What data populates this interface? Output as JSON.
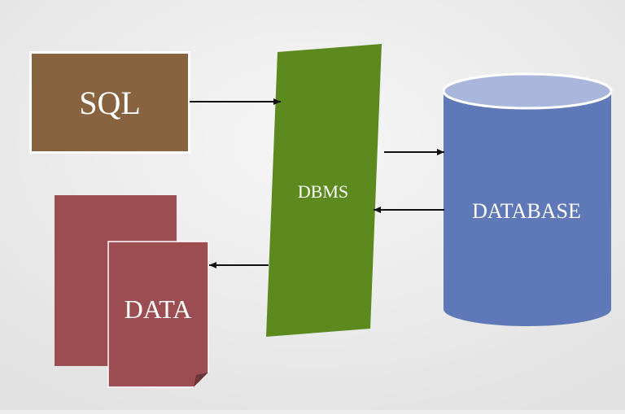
{
  "nodes": {
    "sql": {
      "label": "SQL",
      "color": "#87643f"
    },
    "dbms": {
      "label": "DBMS",
      "color": "#5c8a1e"
    },
    "database": {
      "label": "DATABASE",
      "color": "#5f79b8",
      "top_color": "#aab7dc"
    },
    "data": {
      "label": "DATA",
      "color": "#9b4d52"
    }
  },
  "arrows": [
    {
      "from": "sql",
      "to": "dbms"
    },
    {
      "from": "dbms",
      "to": "database"
    },
    {
      "from": "database",
      "to": "dbms"
    },
    {
      "from": "dbms",
      "to": "data"
    }
  ],
  "colors": {
    "background": "#ececec",
    "arrow": "#111111",
    "text": "#ffffff"
  }
}
